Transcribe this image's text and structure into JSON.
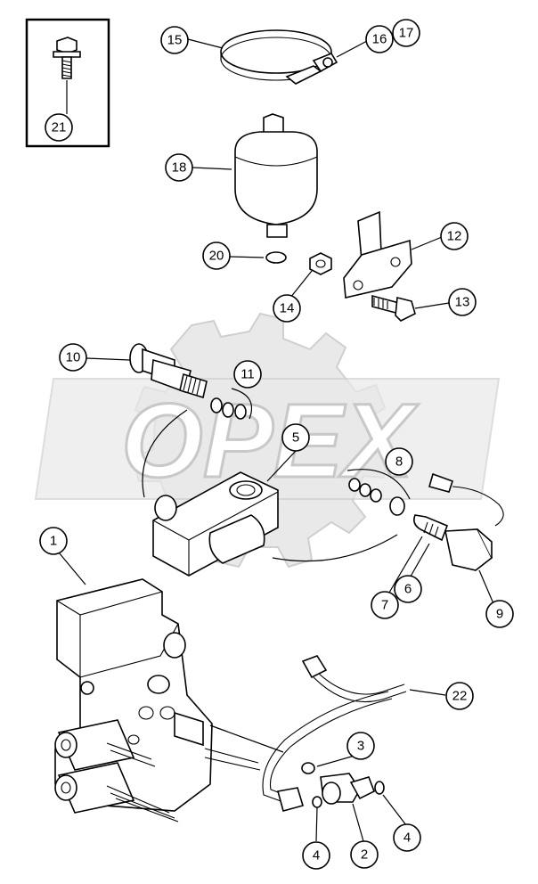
{
  "watermark": {
    "text": "OPEX"
  },
  "callouts": {
    "c1": "1",
    "c2": "2",
    "c3": "3",
    "c4a": "4",
    "c4b": "4",
    "c5": "5",
    "c6": "6",
    "c7": "7",
    "c8": "8",
    "c9": "9",
    "c10": "10",
    "c11": "11",
    "c12": "12",
    "c13": "13",
    "c14": "14",
    "c15": "15",
    "c16": "16",
    "c17": "17",
    "c18": "18",
    "c20": "20",
    "c21": "21",
    "c22": "22"
  }
}
